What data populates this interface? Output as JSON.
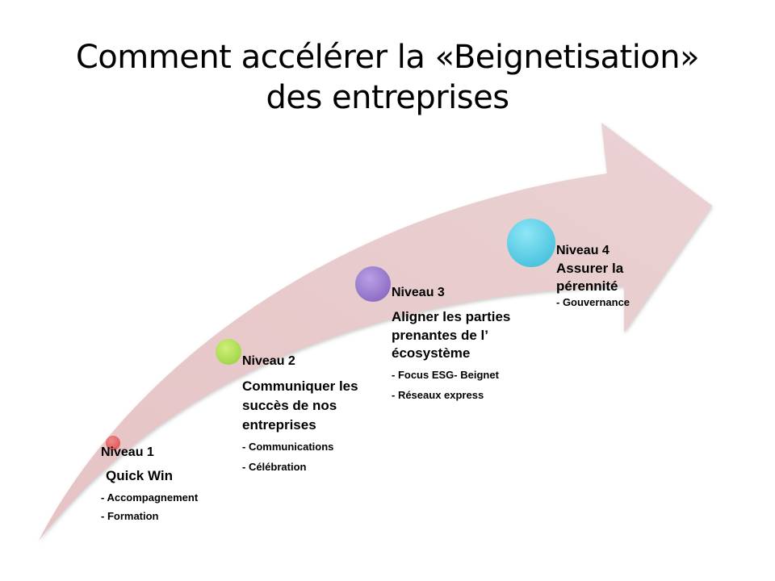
{
  "title": "Comment accélérer la «Beignetisation» des entreprises",
  "levels": [
    {
      "name": "Niveau 1",
      "heading": "Quick Win",
      "items": [
        "- Accompagnement",
        "- Formation"
      ],
      "color": "#e05a5a"
    },
    {
      "name": "Niveau 2",
      "heading": "Communiquer les succès de nos entreprises",
      "items": [
        "- Communications",
        "- Célébration"
      ],
      "color": "#a8d84a"
    },
    {
      "name": "Niveau 3",
      "heading": "Aligner les parties prenantes de l’ écosystème",
      "items": [
        "- Focus ESG- Beignet",
        "- Réseaux express"
      ],
      "color": "#8e6cc6"
    },
    {
      "name": "Niveau 4",
      "heading": "Assurer la pérennité",
      "items": [
        "- Gouvernance"
      ],
      "color": "#3cc2e0"
    }
  ],
  "arrow_color": "#e8c9cb"
}
